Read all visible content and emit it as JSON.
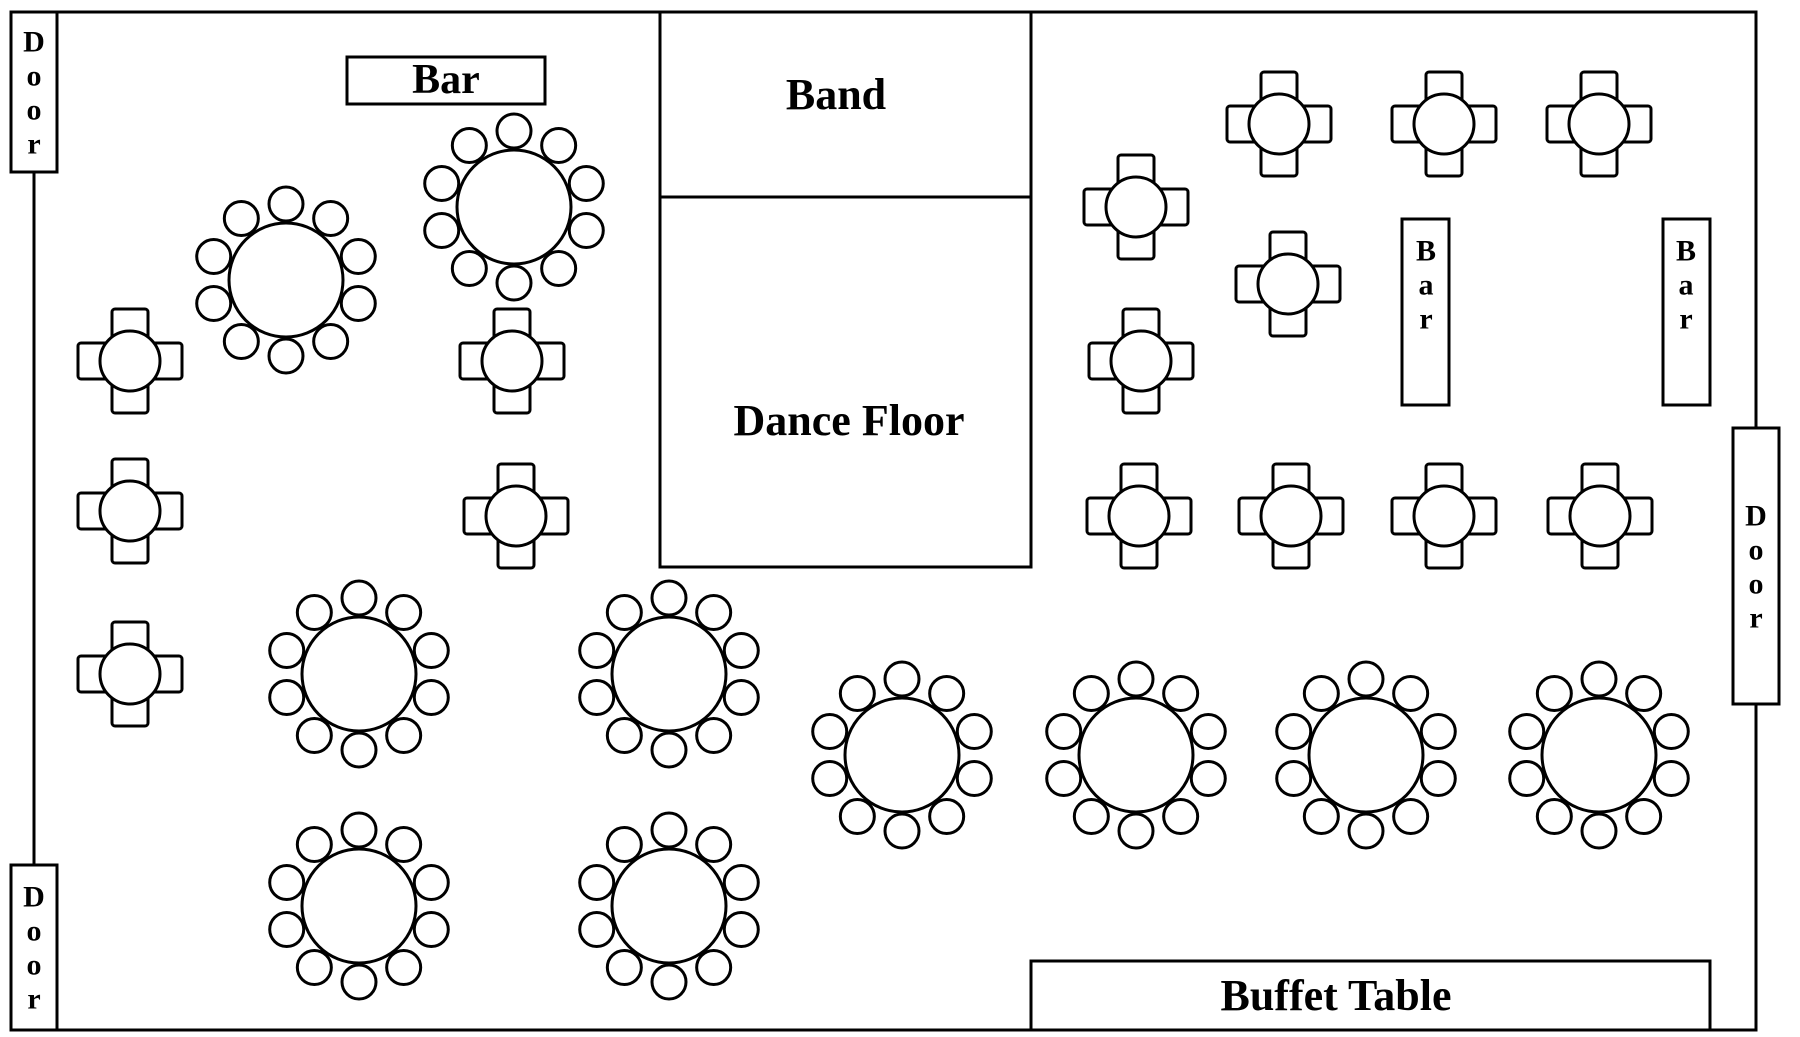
{
  "labels": {
    "door_top_left": "Door",
    "door_bottom_left": "Door",
    "door_right": "Door",
    "bar_top": "Bar",
    "bar_right_1": "Bar",
    "bar_right_2": "Bar",
    "band": "Band",
    "dance_floor": "Dance Floor",
    "buffet": "Buffet Table"
  },
  "colors": {
    "line": "#000000",
    "background": "#ffffff"
  },
  "tables": {
    "round_8_seat_count": 10,
    "round_8": [
      {
        "id": "r1"
      },
      {
        "id": "r2"
      },
      {
        "id": "r3"
      },
      {
        "id": "r4"
      },
      {
        "id": "r5"
      },
      {
        "id": "r6"
      },
      {
        "id": "r7"
      },
      {
        "id": "r8"
      },
      {
        "id": "r9"
      },
      {
        "id": "r10"
      },
      {
        "id": "r11"
      },
      {
        "id": "r12"
      }
    ],
    "cocktail_4": [
      {
        "id": "c1"
      },
      {
        "id": "c2"
      },
      {
        "id": "c3"
      },
      {
        "id": "c4"
      },
      {
        "id": "c5"
      },
      {
        "id": "c6"
      },
      {
        "id": "c7"
      },
      {
        "id": "c8"
      },
      {
        "id": "c9"
      },
      {
        "id": "c10"
      },
      {
        "id": "c11"
      },
      {
        "id": "c12"
      },
      {
        "id": "c13"
      },
      {
        "id": "c14"
      },
      {
        "id": "c15"
      },
      {
        "id": "c16"
      },
      {
        "id": "c17"
      },
      {
        "id": "c18"
      }
    ]
  }
}
